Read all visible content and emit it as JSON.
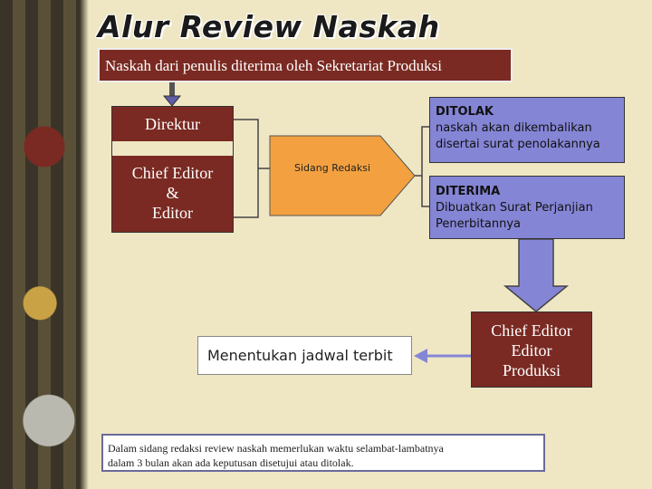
{
  "title": "Alur  Review Naskah",
  "top_box": "Naskah dari penulis diterima oleh Sekretariat Produksi",
  "left_box": {
    "direktur": "Direktur",
    "chief_line1": "Chief Editor",
    "chief_line2": "&",
    "chief_line3": "Editor"
  },
  "sidang": "Sidang Redaksi",
  "ditolak": {
    "heading": "DITOLAK",
    "line1": " naskah akan dikembalikan",
    "line2": "disertai surat  penolakannya"
  },
  "diterima": {
    "heading": "DITERIMA",
    "line1": " Dibuatkan Surat Perjanjian",
    "line2": "Penerbitannya"
  },
  "jadwal": "Menentukan jadwal terbit",
  "chief_box2": {
    "line1": "Chief Editor",
    "line2": "Editor",
    "line3": "Produksi"
  },
  "note": {
    "line1": "Dalam sidang redaksi review naskah memerlukan  waktu  selambat-lambatnya",
    "line2": "dalam 3 bulan  akan ada keputusan disetujui atau ditolak."
  },
  "colors": {
    "maroon": "#7a2a22",
    "purple": "#8585d6",
    "orange": "#f3a140",
    "background": "#efe7c4"
  }
}
